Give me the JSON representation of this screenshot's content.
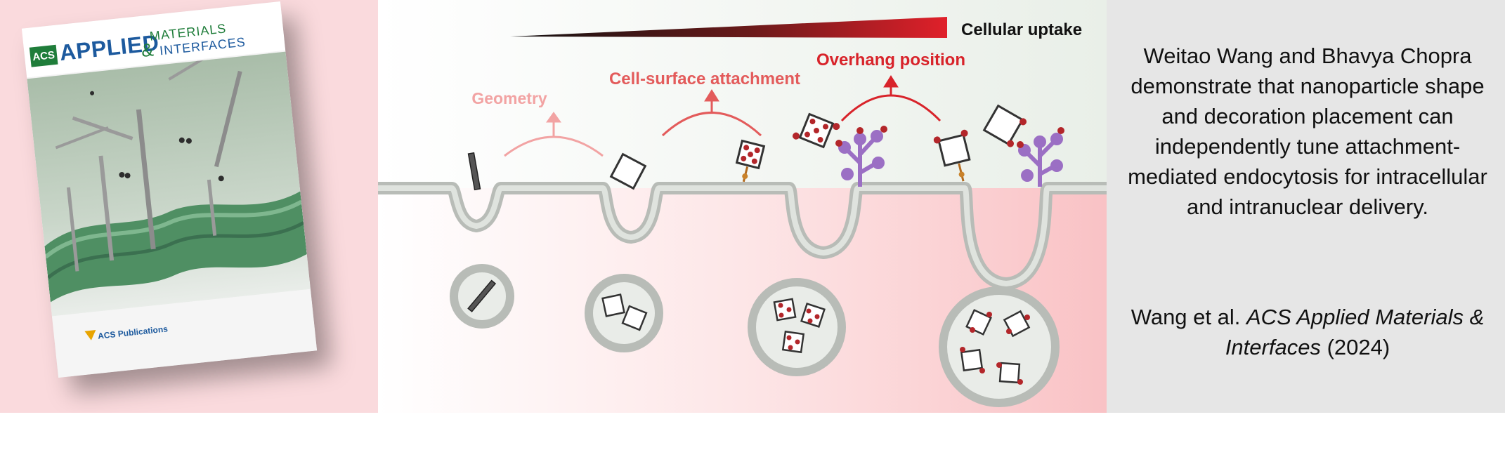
{
  "cover": {
    "acs_badge": "ACS",
    "title_applied": "APPLIED",
    "title_materials": "MATERIALS",
    "title_amp": "&",
    "title_interfaces": "INTERFACES",
    "publisher": "ACS Publications"
  },
  "figure": {
    "cellular_uptake_label": "Cellular uptake",
    "labels": {
      "geometry": "Geometry",
      "cell_surface_attachment": "Cell-surface attachment",
      "overhang_position": "Overhang position"
    },
    "colors": {
      "geometry": "#f2a3a3",
      "cell_surface_attachment": "#e35b5b",
      "overhang_position": "#d8232a",
      "membrane": "#b8bcb7",
      "particle_dot": "#b3262a",
      "receptor": "#9b6fc4"
    }
  },
  "caption": {
    "summary": "Weitao Wang and Bhavya Chopra demonstrate that nanoparticle shape and decoration placement can independently tune attachment-mediated endocytosis for intracellular and intranuclear delivery.",
    "citation_authors": "Wang et al.",
    "citation_journal": "ACS Applied Materials & Interfaces",
    "citation_year": "(2024)"
  }
}
